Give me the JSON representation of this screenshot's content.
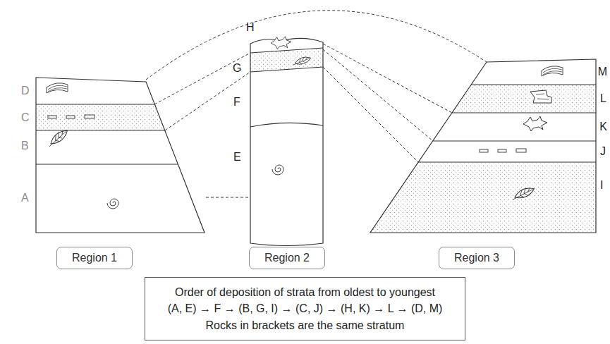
{
  "diagram": {
    "nodes": [
      {
        "text": [
          "Region 1"
        ]
      },
      {
        "text": [
          "Region 2"
        ]
      },
      {
        "text": [
          "Region 3"
        ]
      },
      {
        "text": [
          "Order of deposition of strata from oldest to youngest",
          "(A, E) → F → (B, G, I) → (C, J) → (H, K) → L → (D, M)",
          "Rocks in brackets are the same stratum"
        ]
      }
    ],
    "labels": [
      "D",
      "C",
      "B",
      "A",
      "H",
      "G",
      "F",
      "E",
      "M",
      "L",
      "K",
      "J",
      "I"
    ]
  }
}
